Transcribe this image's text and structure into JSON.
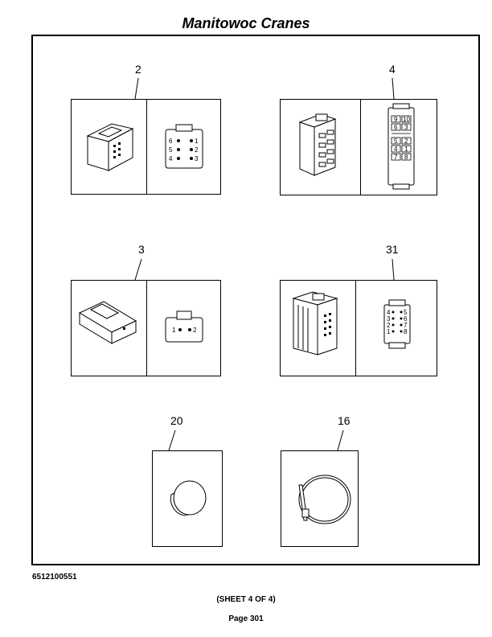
{
  "header": {
    "title": "Manitowoc Cranes"
  },
  "items": [
    {
      "callout": "2",
      "pins": [
        "6",
        "1",
        "5",
        "2",
        "4",
        "3"
      ]
    },
    {
      "callout": "4",
      "pins": [
        "9",
        "10",
        "6",
        "3",
        "5",
        "2",
        "4",
        "1",
        "7",
        "8"
      ]
    },
    {
      "callout": "3",
      "pins": [
        "1",
        "2"
      ]
    },
    {
      "callout": "31",
      "pins": [
        "4",
        "5",
        "3",
        "6",
        "2",
        "7",
        "1",
        "8"
      ]
    },
    {
      "callout": "20"
    },
    {
      "callout": "16"
    }
  ],
  "footer": {
    "doc_number": "6512100551",
    "sheet": "(SHEET 4 OF 4)",
    "page": "Page 301"
  }
}
